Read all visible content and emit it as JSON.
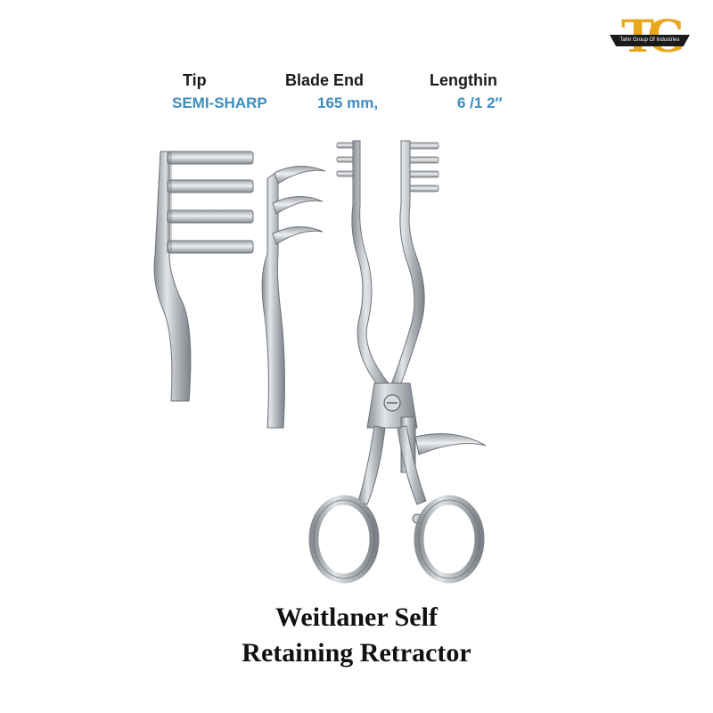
{
  "brand": {
    "logo_letters": "TG",
    "logo_tagline": "Tahir Group Of Industries",
    "accent_color": "#e8a71c"
  },
  "specs": {
    "headers": [
      "Tip",
      "Blade End",
      "Lengthin"
    ],
    "values": [
      "SEMI-SHARP",
      "165 mm,",
      "6 /1 2″"
    ],
    "value_color": "#3b8fc0"
  },
  "product": {
    "title_line1": "Weitlaner Self",
    "title_line2": "Retaining Retractor"
  }
}
